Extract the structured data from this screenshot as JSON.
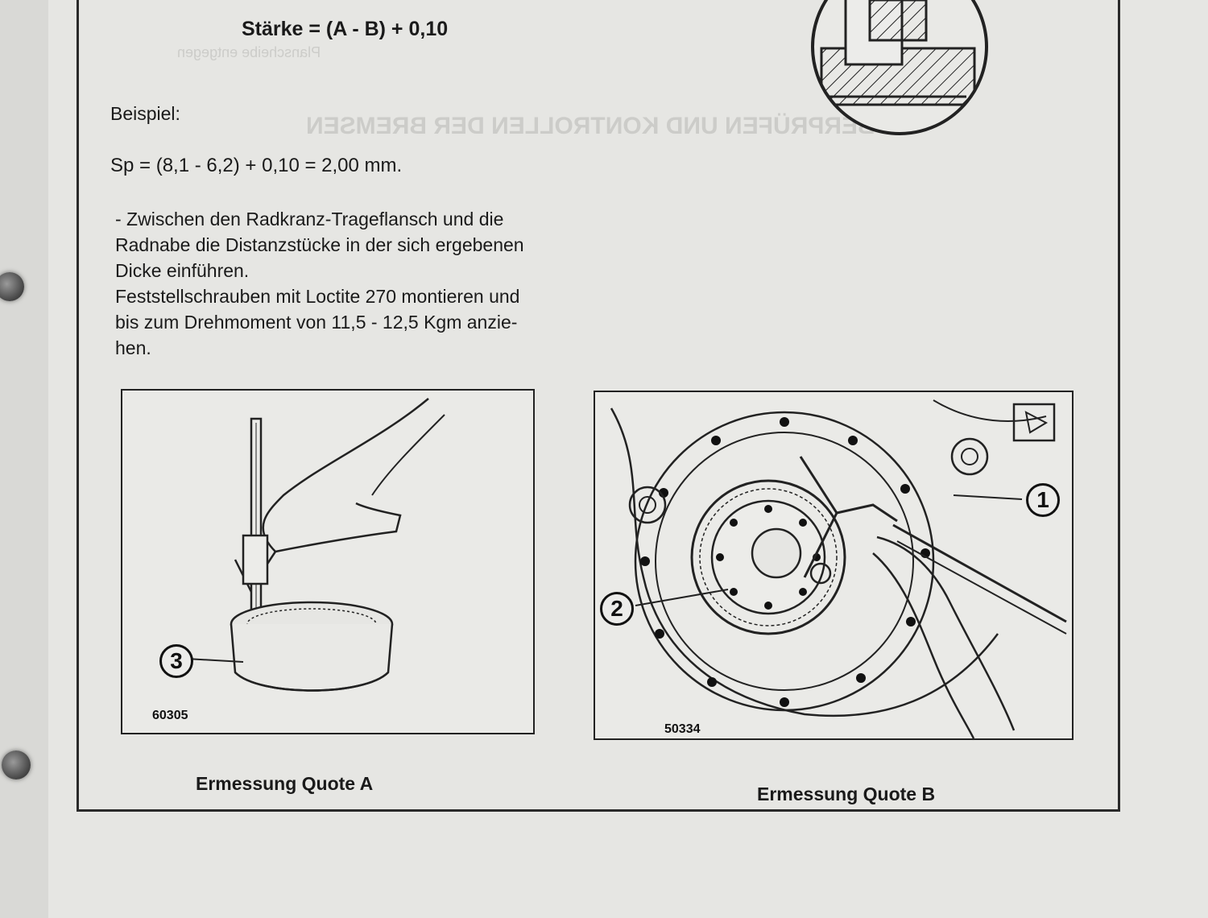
{
  "document": {
    "formula": "Stärke = (A - B) + 0,10",
    "example_label": "Beispiel:",
    "example_calc": "Sp = (8,1 - 6,2) + 0,10 = 2,00 mm.",
    "instructions": [
      "- Zwischen den Radkranz-Trageflansch und die",
      "Radnabe die Distanzstücke in der sich ergebenen",
      "Dicke einführen.",
      "Feststellschrauben mit Loctite 270 montieren und",
      "bis zum Drehmoment von 11,5 - 12,5 Kgm anzie-",
      "hen."
    ]
  },
  "figures": [
    {
      "number": "60305",
      "callout": "3",
      "caption": "Ermessung  Quote A"
    },
    {
      "number": "50334",
      "callouts": [
        "1",
        "2"
      ],
      "caption": "Ermessung  Quote B"
    }
  ]
}
